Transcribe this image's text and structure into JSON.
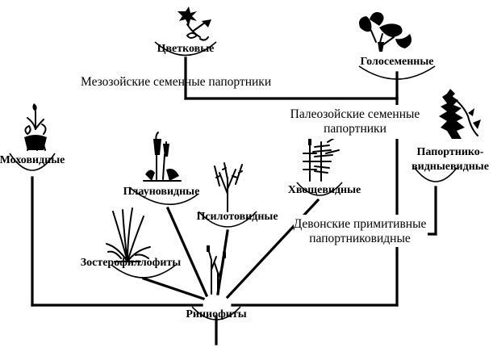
{
  "groups": {
    "flowering": "Цветковые",
    "gymnosperms": "Голосеменные",
    "mesozoic_seed_ferns": "Мезозойские семенные папортники",
    "paleozoic_seed_ferns_1": "Палеозойские семенные",
    "paleozoic_seed_ferns_2": "папортники",
    "mosses": "Моховидные",
    "ferns_1": "Папортнико-",
    "ferns_2": "видныевидные",
    "lycopods": "Плауновидные",
    "psilotes": "Псилотовидные",
    "horsetails": "Хвощевидные",
    "devonian_1": "Девонские примитивные",
    "devonian_2": "папортниковидные",
    "zosterophyllophytes": "Зостерофиллофиты",
    "rhyniophytes": "Риниофиты"
  },
  "icons": {
    "flowering": "flowering-plant-icon",
    "gymnosperms": "ginkgo-leaf-icon",
    "mosses": "moss-plant-icon",
    "ferns": "fern-frond-icon",
    "lycopods": "club-moss-icon",
    "psilotes": "psilotum-icon",
    "horsetails": "horsetail-icon",
    "zosterophyllophytes": "zosterophyllum-icon",
    "rhyniophytes": "rhynia-icon"
  }
}
